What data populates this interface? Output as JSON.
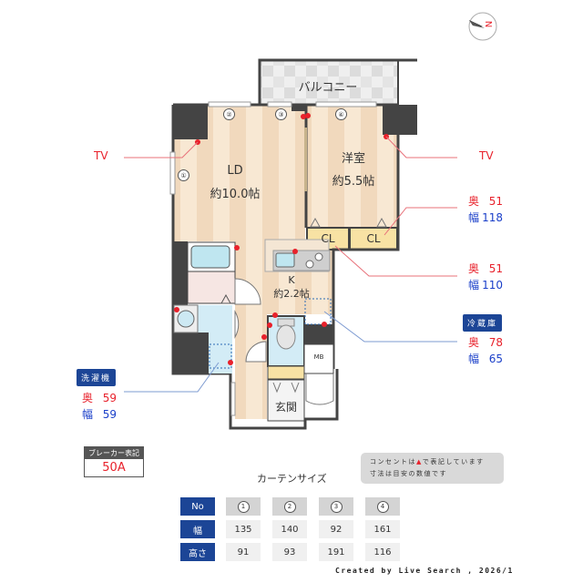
{
  "compass": {
    "label": "N"
  },
  "rooms": {
    "balcony": {
      "name": "バルコニー"
    },
    "ld": {
      "name": "LD",
      "size": "約10.0帖"
    },
    "western": {
      "name": "洋室",
      "size": "約5.5帖"
    },
    "kitchen": {
      "name": "K",
      "size": "約2.2帖"
    },
    "closet_1": {
      "name": "CL"
    },
    "closet_2": {
      "name": "CL"
    },
    "entrance": {
      "name": "玄関"
    },
    "meter_box": {
      "name": "MB"
    }
  },
  "window_markers": [
    "①",
    "②",
    "③",
    "④"
  ],
  "tv_labels": {
    "left": "TV",
    "right": "TV"
  },
  "dimensions": {
    "closet_1": {
      "depth_label": "奥",
      "depth": "51",
      "width_label": "幅",
      "width": "118"
    },
    "closet_2": {
      "depth_label": "奥",
      "depth": "51",
      "width_label": "幅",
      "width": "110"
    },
    "fridge": {
      "title": "冷蔵庫",
      "depth_label": "奥",
      "depth": "78",
      "width_label": "幅",
      "width": "65"
    },
    "washer": {
      "title": "洗濯機",
      "depth_label": "奥",
      "depth": "59",
      "width_label": "幅",
      "width": "59"
    }
  },
  "breaker": {
    "title": "ブレーカー表記",
    "value": "50A"
  },
  "notes": {
    "line1_a": "コンセントは",
    "line1_mark": "▲",
    "line1_b": "で表記しています",
    "line2": "寸法は目安の数値です"
  },
  "curtain": {
    "title": "カーテンサイズ",
    "headers": {
      "no": "No",
      "width": "幅",
      "height": "高さ"
    },
    "columns": [
      {
        "no": "1",
        "width": "135",
        "height": "91"
      },
      {
        "no": "2",
        "width": "140",
        "height": "93"
      },
      {
        "no": "3",
        "width": "92",
        "height": "191"
      },
      {
        "no": "4",
        "width": "161",
        "height": "116"
      }
    ]
  },
  "credit": "Created by Live Search , 2026/1",
  "colors": {
    "accent_blue": "#1c4596",
    "red": "#e8212b",
    "text_blue": "#1a3fc9",
    "floor_wood": "#f3dcc0",
    "wall": "#444444"
  }
}
